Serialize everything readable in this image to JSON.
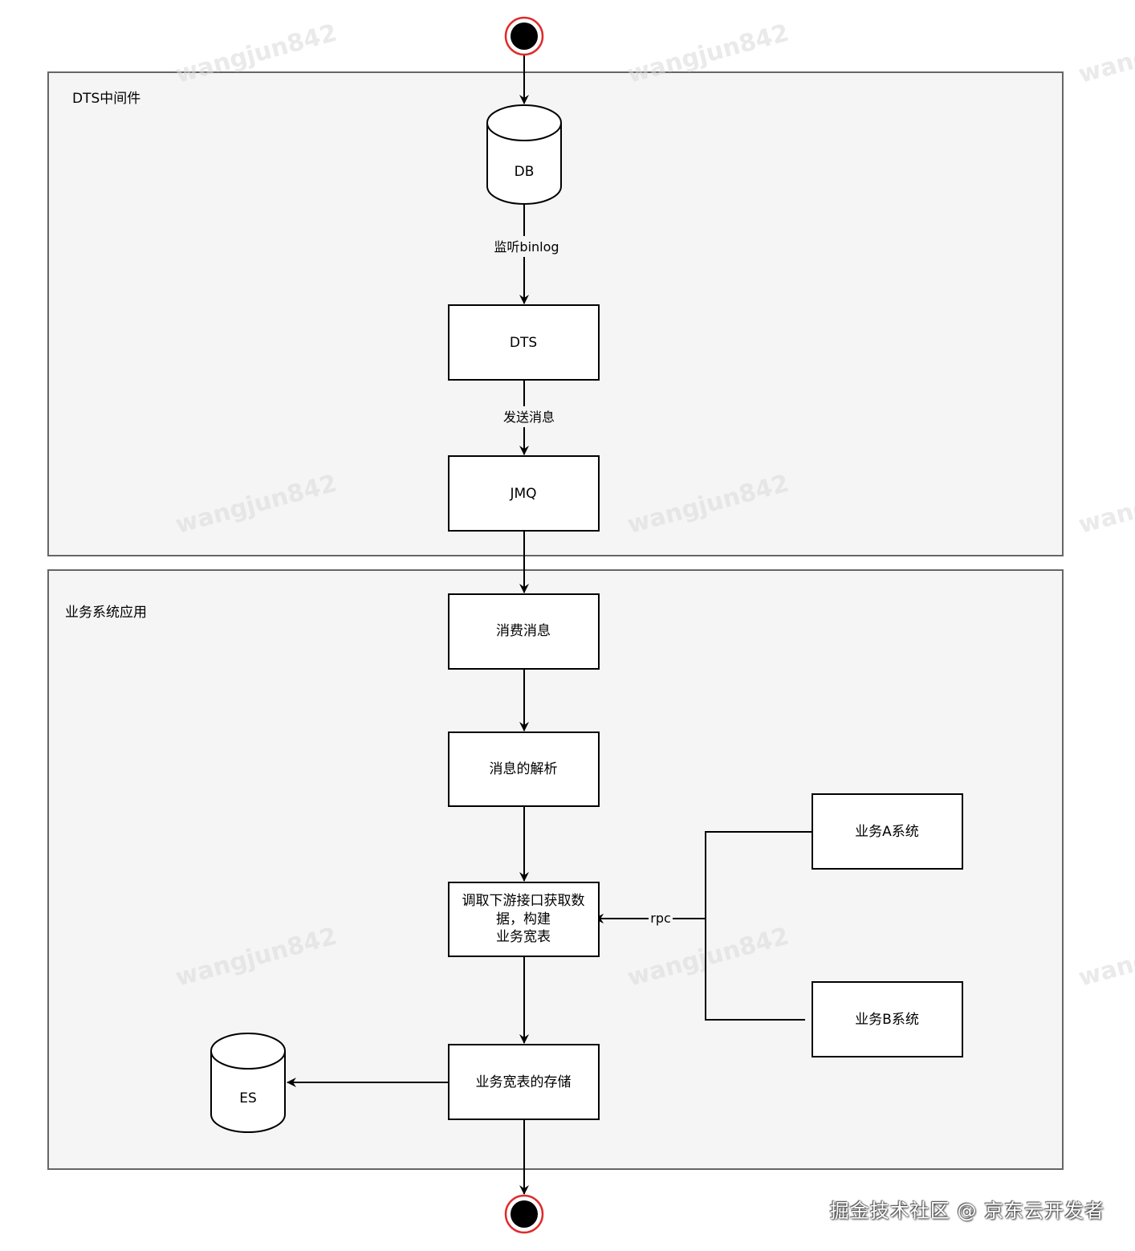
{
  "groups": {
    "dts": {
      "label": "DTS中间件"
    },
    "app": {
      "label": "业务系统应用"
    }
  },
  "nodes": {
    "db": "DB",
    "dts": "DTS",
    "jmq": "JMQ",
    "consume": "消费消息",
    "parse": "消息的解析",
    "build_lines": [
      "调取下游接口获取数",
      "据，构建",
      "业务宽表"
    ],
    "system_a": "业务A系统",
    "system_b": "业务B系统",
    "store": "业务宽表的存储",
    "es": "ES"
  },
  "edges": {
    "listen": "监听binlog",
    "send": "发送消息",
    "rpc": "rpc"
  },
  "watermark": "wangjun842",
  "footer": "掘金技术社区 @ 京东云开发者",
  "colors": {
    "group_fill": "#f5f5f5",
    "group_stroke": "#666666",
    "terminal_ring": "#e02a2a"
  }
}
